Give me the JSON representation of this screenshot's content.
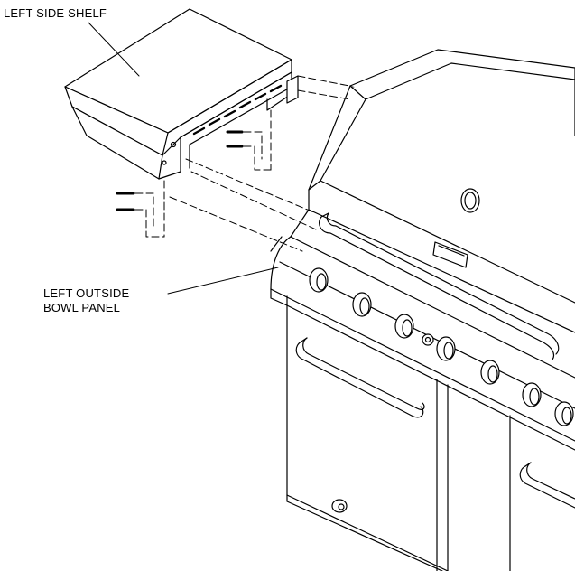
{
  "labels": {
    "shelf": "LEFT SIDE SHELF",
    "panel_line1": "LEFT OUTSIDE",
    "panel_line2": "BOWL PANEL"
  },
  "colors": {
    "ink": "#000000",
    "paper": "#ffffff"
  }
}
